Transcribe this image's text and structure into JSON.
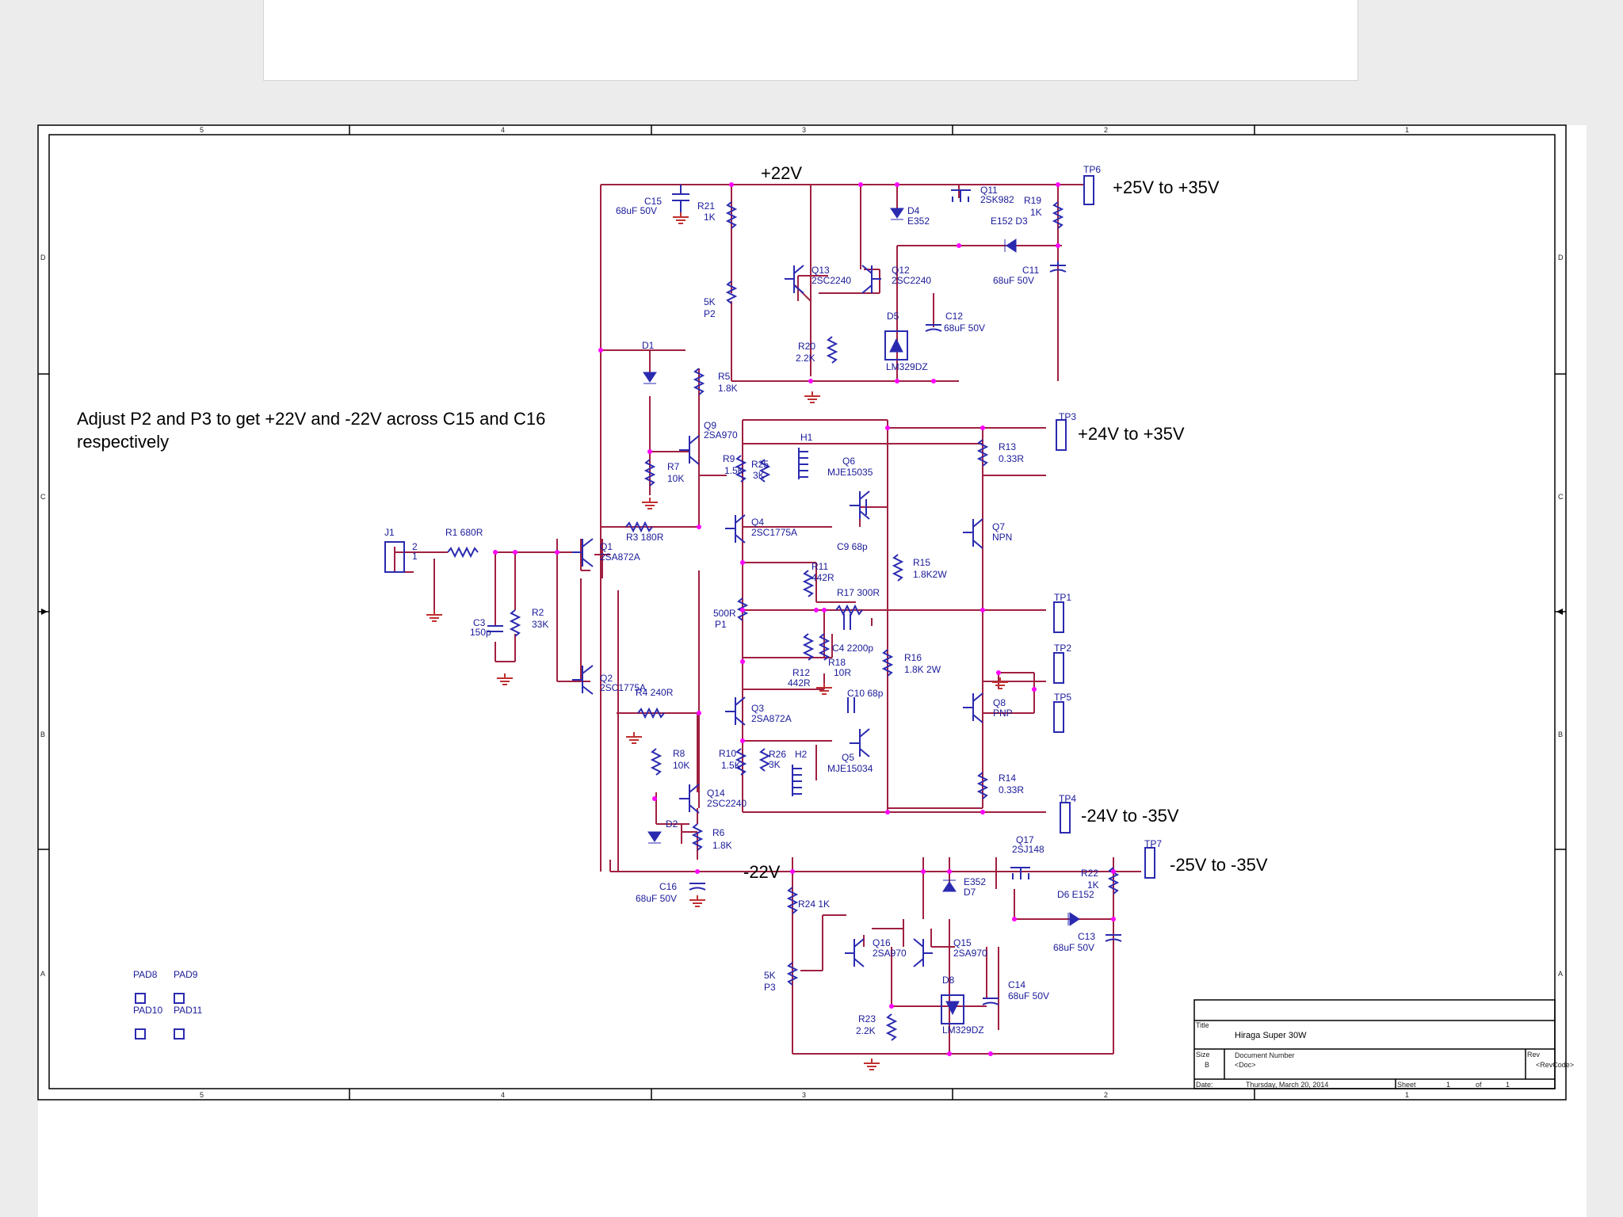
{
  "title_block": {
    "title_label": "Title",
    "title": "Hiraga Super 30W",
    "size_label": "Size",
    "size": "B",
    "docnum_label": "Document Number",
    "docnum": "<Doc>",
    "rev_label": "Rev",
    "rev": "<RevCode>",
    "date_label": "Date:",
    "date": "Thursday, March 20, 2014",
    "sheet_label": "Sheet",
    "sheet": "1",
    "of_label": "of",
    "of": "1"
  },
  "notes": {
    "line1": "Adjust P2 and P3 to get +22V and -22V across C15 and C16",
    "line2": "respectively"
  },
  "rails": {
    "p22": "+22V",
    "n22": "-22V",
    "tp6": "+25V to +35V",
    "tp3": "+24V to +35V",
    "tp4": "-24V to -35V",
    "tp7": "-25V to -35V"
  },
  "border": {
    "cols": [
      "5",
      "4",
      "3",
      "2",
      "1"
    ],
    "rows": [
      "D",
      "C",
      "B",
      "A"
    ]
  },
  "components": {
    "J1": "J1",
    "J1_p2": "2",
    "J1_p1": "1",
    "R1": "R1  680R",
    "C3": "C3",
    "C3v": "150p",
    "R2": "R2",
    "R2v": "33K",
    "Q1": "Q1",
    "Q1v": "2SA872A",
    "Q2": "Q2",
    "Q2v": "2SC1775A",
    "R3": "R3  180R",
    "R4": "R4  240R",
    "C15": "C15",
    "C15v": "68uF 50V",
    "R21": "R21",
    "R21v": "1K",
    "P2": "5K",
    "P2v": "P2",
    "Q13": "Q13",
    "Q13v": "2SC2240",
    "Q12": "Q12",
    "Q12v": "2SC2240",
    "D4": "D4",
    "D4v": "E352",
    "Q11": "Q11",
    "Q11v": "2SK982",
    "R19": "R19",
    "R19v": "1K",
    "D3": "E152 D3",
    "C11": "C11",
    "C11v": "68uF 50V",
    "D5": "D5",
    "D5v": "LM329DZ",
    "C12": "C12",
    "C12v": "68uF 50V",
    "R20": "R20",
    "R20v": "2.2K",
    "D1": "D1",
    "R5": "R5",
    "R5v": "1.8K",
    "R7": "R7",
    "R7v": "10K",
    "Q9": "Q9",
    "Q9v": "2SA970",
    "R9": "R9",
    "R9v": "1.5K",
    "R25": "R25",
    "R25v": "3K",
    "H1": "H1",
    "Q6": "Q6",
    "Q6v": "MJE15035",
    "Q4": "Q4",
    "Q4v": "2SC1775A",
    "C9": "C9  68p",
    "R13": "R13",
    "R13v": "0.33R",
    "Q7": "Q7",
    "Q7v": "NPN",
    "R11": "R11",
    "R11v": "442R",
    "R15": "R15",
    "R15v": "1.8K2W",
    "R17": "R17  300R",
    "P1": "500R",
    "P1v": "P1",
    "C4": "C4  2200p",
    "R18": "R18",
    "R18v": "10R",
    "R12": "R12",
    "R12v": "442R",
    "R16": "R16",
    "R16v": "1.8K 2W",
    "C10": "C10  68p",
    "Q3": "Q3",
    "Q3v": "2SA872A",
    "Q8": "Q8",
    "Q8v": "PNP",
    "R8": "R8",
    "R8v": "10K",
    "R10": "R10",
    "R10v": "1.5K",
    "R26": "R26",
    "R26v": "3K",
    "H2": "H2",
    "Q5": "Q5",
    "Q5v": "MJE15034",
    "R14": "R14",
    "R14v": "0.33R",
    "Q14": "Q14",
    "Q14v": "2SC2240",
    "D2": "D2",
    "R6": "R6",
    "R6v": "1.8K",
    "C16": "C16",
    "C16v": "68uF 50V",
    "R24": "R24  1K",
    "D7": "E352",
    "D7v": "D7",
    "Q17": "Q17",
    "Q17v": "2SJ148",
    "R22": "R22",
    "R22v": "1K",
    "D6": "D6  E152",
    "C13": "C13",
    "C13v": "68uF 50V",
    "Q16": "Q16",
    "Q16v": "2SA970",
    "Q15": "Q15",
    "Q15v": "2SA970",
    "D8": "D8",
    "D8v": "LM329DZ",
    "C14": "C14",
    "C14v": "68uF 50V",
    "P3": "5K",
    "P3v": "P3",
    "R23": "R23",
    "R23v": "2.2K",
    "TP1": "TP1",
    "TP2": "TP2",
    "TP3": "TP3",
    "TP4": "TP4",
    "TP5": "TP5",
    "TP6": "TP6",
    "TP7": "TP7",
    "PAD8": "PAD8",
    "PAD9": "PAD9",
    "PAD10": "PAD10",
    "PAD11": "PAD11"
  },
  "colors": {
    "wire": "#a02040",
    "component": "#2a2ab0",
    "junction": "#ff00ff"
  }
}
